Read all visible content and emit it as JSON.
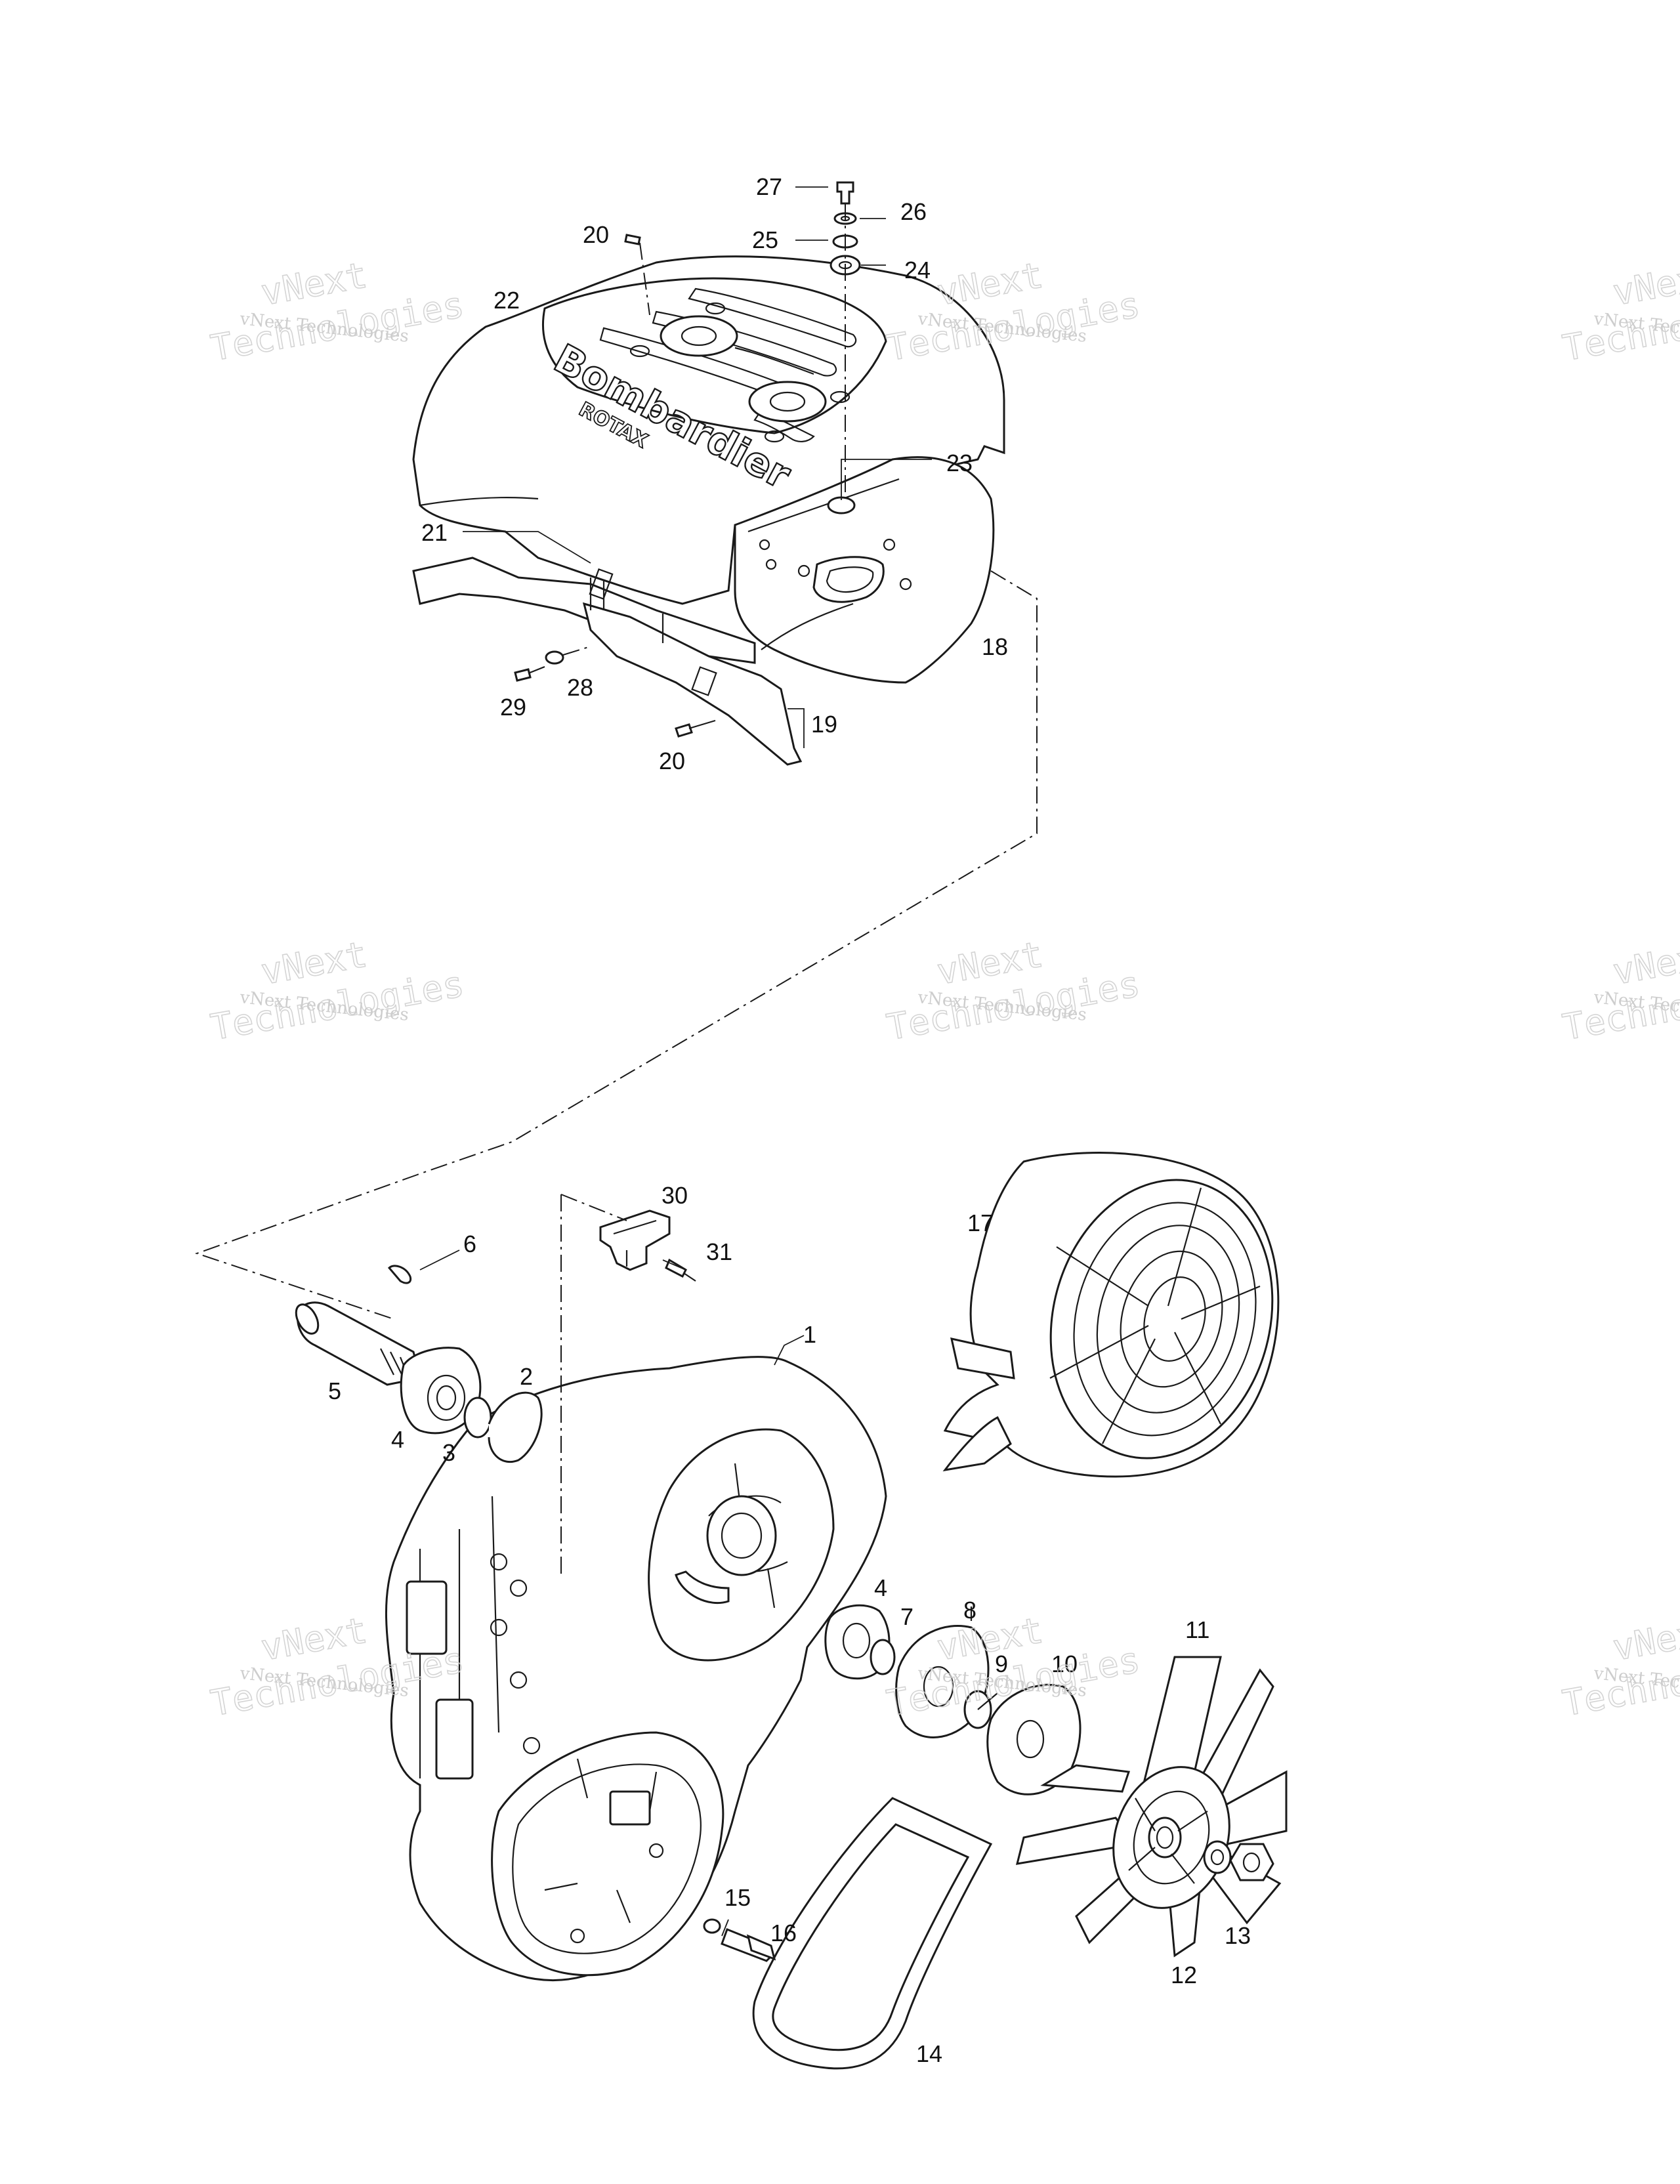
{
  "diagram": {
    "type": "exploded parts view",
    "brand_logo": "Bombardier",
    "brand_logo_sub": "ROTAX",
    "callouts": [
      "1",
      "2",
      "3",
      "4",
      "4",
      "5",
      "6",
      "7",
      "8",
      "9",
      "10",
      "11",
      "12",
      "13",
      "14",
      "15",
      "16",
      "17",
      "18",
      "19",
      "20",
      "20",
      "21",
      "22",
      "23",
      "24",
      "25",
      "26",
      "27",
      "28",
      "29",
      "30",
      "31"
    ]
  },
  "watermark": {
    "small": "vNext Technologies",
    "big_line1": "vNext",
    "big_line2": "Technologies"
  }
}
